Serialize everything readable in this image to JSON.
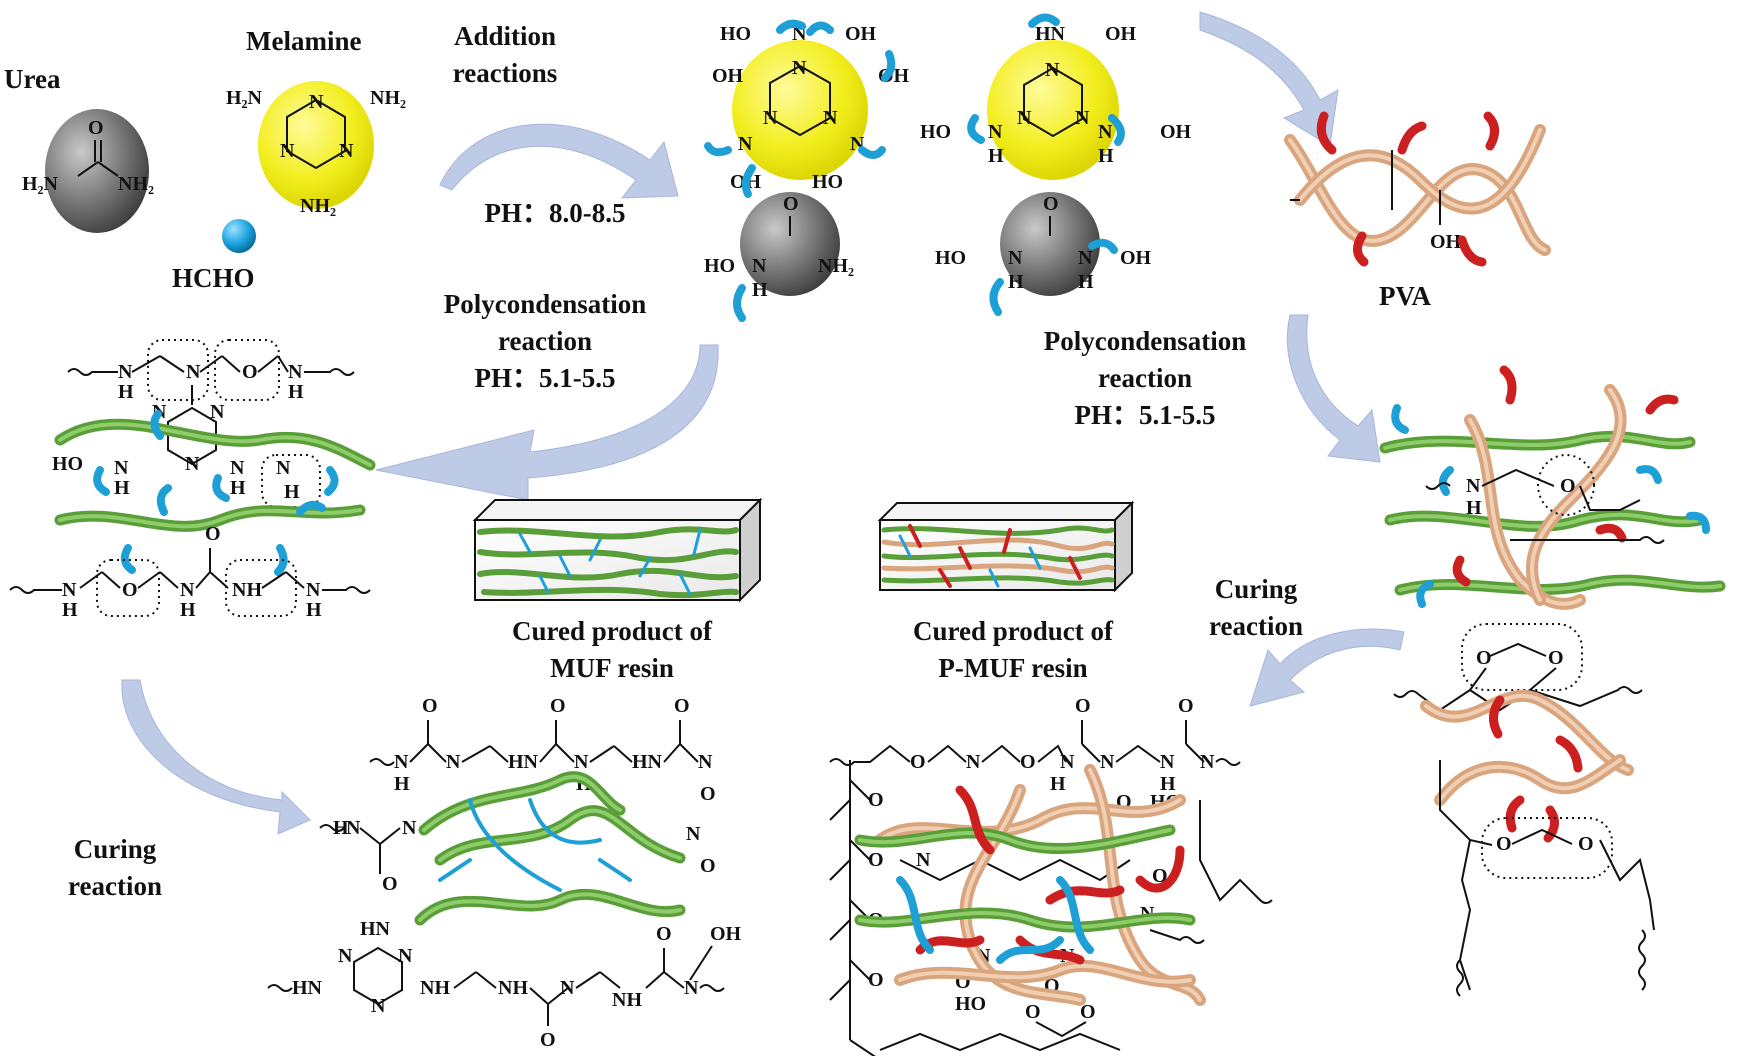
{
  "reagents": {
    "urea": "Urea",
    "melamine": "Melamine",
    "hcho": "HCHO"
  },
  "steps": {
    "addition_line1": "Addition",
    "addition_line2": "reactions",
    "addition_ph": "PH：8.0-8.5",
    "poly1_line1": "Polycondensation",
    "poly1_line2": "reaction",
    "poly1_ph": "PH：5.1-5.5",
    "poly2_line1": "Polycondensation",
    "poly2_line2": "reaction",
    "poly2_ph": "PH：5.1-5.5",
    "curing_left_line1": "Curing",
    "curing_left_line2": "reaction",
    "curing_right_line1": "Curing",
    "curing_right_line2": "reaction"
  },
  "products": {
    "pva": "PVA",
    "muf_line1": "Cured product of",
    "muf_line2": "MUF resin",
    "pmuf_line1": "Cured product of",
    "pmuf_line2": "P-MUF resin"
  },
  "colors": {
    "melamine_sphere": "#f2ee1e",
    "urea_sphere": "#6e6e6e",
    "hcho_sphere": "#1e9fd6",
    "green_chain": "#5a9e3a",
    "tan_chain": "#d9a57e",
    "red_segment": "#cc1f1f",
    "blue_segment": "#1e9fd6",
    "arrow": "#b9c7e4"
  }
}
